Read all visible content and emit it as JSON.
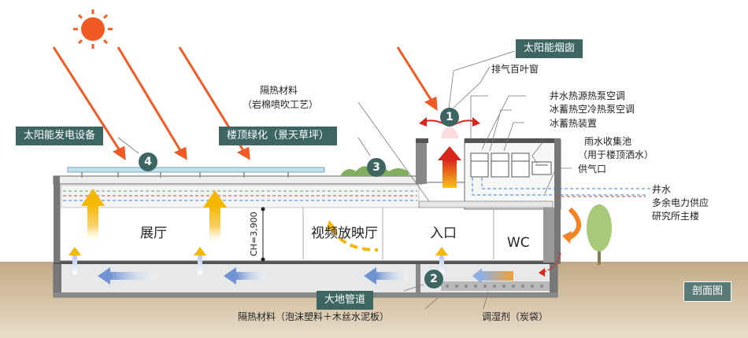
{
  "title_tags": {
    "solar_chimney": "太阳能烟囱",
    "solar_power": "太阳能发电设备",
    "roof_greening": "楼顶绿化（景天草坪）",
    "earth_duct": "大地管道",
    "section": "剖面图"
  },
  "numbers": [
    "1",
    "2",
    "3",
    "4"
  ],
  "labels": {
    "insulation_top_1": "隔热材料",
    "insulation_top_2": "（岩棉喷吹工艺）",
    "exhaust_louver": "排气百叶窗",
    "well_heat_pump": "井水热源热泵空调",
    "ice_heat_pump": "冰蓄热空冷热泵空调",
    "ice_storage": "冰蓄热装置",
    "rain_tank_1": "雨水收集池",
    "rain_tank_2": "（用于楼顶洒水）",
    "supply_port": "供气口",
    "well_water": "井水",
    "surplus_power": "多余电力供应",
    "main_building": "研究所主楼",
    "insulation_bottom": "隔热材料（泡沫塑料＋木丝水泥板）",
    "humidity_agent": "调湿剂（炭袋）"
  },
  "rooms": {
    "exhibition": "展厅",
    "video_hall": "视频放映厅",
    "entrance": "入口",
    "wc": "WC",
    "ceiling_height": "CH=3,900"
  },
  "colors": {
    "tag_bg": "#3d6663",
    "sun": "#f15a24",
    "ray": "#f15a24",
    "warm_air": "#f7c21a",
    "cool_air": "#7d9fd6",
    "hot_exhaust": "#d9261c",
    "ground": "#c9b595",
    "tree": "#a8c87a"
  },
  "icons": [
    "sun-icon",
    "tree-icon",
    "solar-panel-icon",
    "roof-greening-icon",
    "heat-pump-unit-icon",
    "rain-tank-icon"
  ]
}
